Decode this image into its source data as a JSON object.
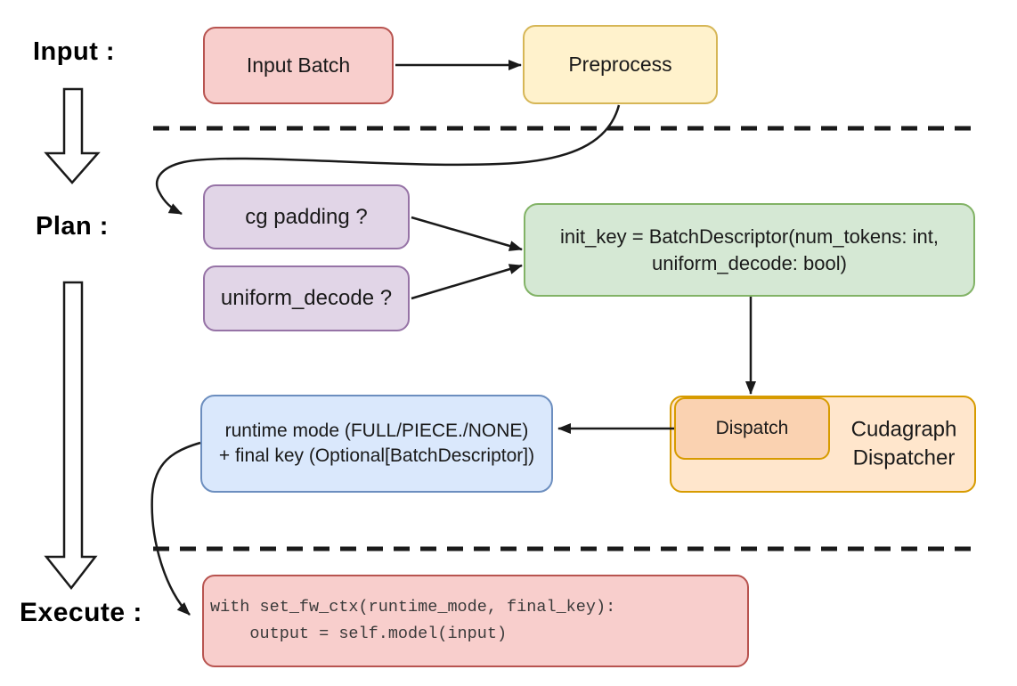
{
  "stages": {
    "input_label": "Input :",
    "plan_label": "Plan :",
    "execute_label": "Execute :"
  },
  "nodes": {
    "input_batch": {
      "label": "Input Batch"
    },
    "preprocess": {
      "label": "Preprocess"
    },
    "cg_padding": {
      "label": "cg padding ?"
    },
    "uniform_decode": {
      "label": "uniform_decode ?"
    },
    "init_key": {
      "line1": "init_key = BatchDescriptor(num_tokens: int,",
      "line2": "uniform_decode: bool)"
    },
    "runtime_mode": {
      "line1": "runtime mode (FULL/PIECE./NONE)",
      "line2": "+ final key (Optional[BatchDescriptor])"
    },
    "dispatch": {
      "label": "Dispatch"
    },
    "cudagraph_dispatcher": {
      "line1": "Cudagraph",
      "line2": "Dispatcher"
    },
    "execute_code": {
      "line1": "with set_fw_ctx(runtime_mode, final_key):",
      "line2": "    output = self.model(input)"
    }
  },
  "colors": {
    "pink_fill": "#f8cecc",
    "pink_stroke": "#b85450",
    "yellow_fill": "#fff2cc",
    "yellow_stroke": "#d6b656",
    "purple_fill": "#e1d5e7",
    "purple_stroke": "#9673a6",
    "green_fill": "#d5e8d4",
    "green_stroke": "#82b366",
    "blue_fill": "#dae8fc",
    "blue_stroke": "#6c8ebf",
    "orange_fill": "#ffe6cc",
    "orange_stroke": "#d79b00",
    "salmon_fill": "#fad2b1",
    "line_color": "#1a1a1a",
    "code_text_color": "#3a3a3a"
  }
}
